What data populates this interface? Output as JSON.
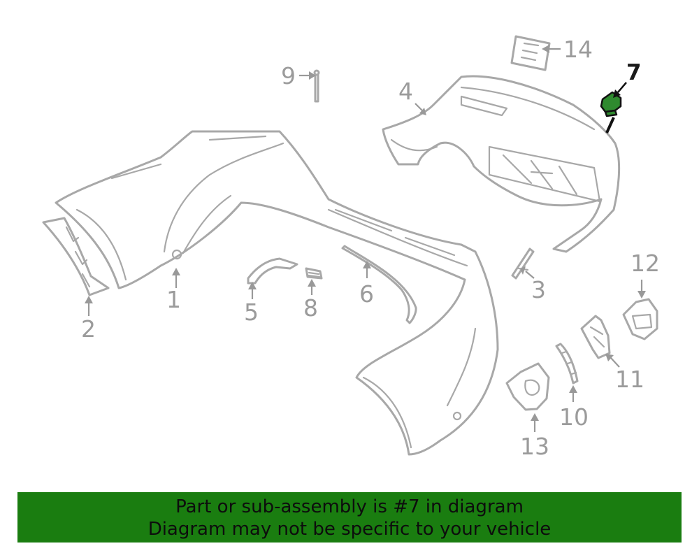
{
  "diagram": {
    "callouts": [
      "1",
      "2",
      "3",
      "4",
      "5",
      "6",
      "7",
      "8",
      "9",
      "10",
      "11",
      "12",
      "13",
      "14"
    ],
    "highlighted_callout": "7",
    "highlight_color": "#2f8a2f"
  },
  "banner": {
    "line1": "Part or sub-assembly is #7 in diagram",
    "line2": "Diagram may not be specific to your vehicle",
    "background": "#1a7d10"
  }
}
